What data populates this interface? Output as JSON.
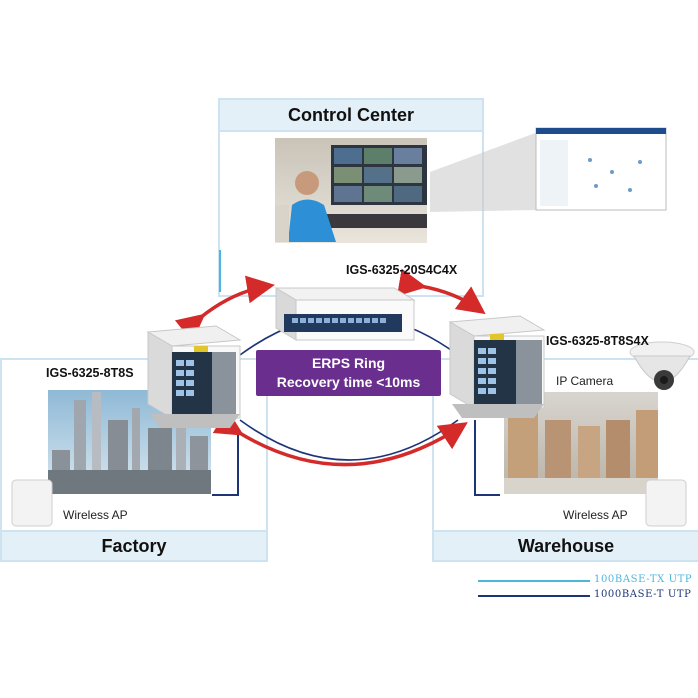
{
  "zones": {
    "control_center": "Control Center",
    "factory": "Factory",
    "warehouse": "Warehouse"
  },
  "switches": {
    "center": "IGS-6325-20S4C4X",
    "left": "IGS-6325-8T8S",
    "right": "IGS-6325-8T8S4X"
  },
  "ring": {
    "line1": "ERPS Ring",
    "line2": "Recovery time <10ms",
    "color": "#6a2f8e"
  },
  "devices": {
    "ip_camera": "IP Camera",
    "wireless_ap_left": "Wireless AP",
    "wireless_ap_right": "Wireless AP"
  },
  "legend": {
    "fast": "100BASE-TX UTP",
    "fast_color": "#4db6dc",
    "gig": "1000BASE-T UTP",
    "gig_color": "#1d3478"
  },
  "colors": {
    "arrow": "#d42a2a",
    "zone_border": "#cde3f1",
    "zone_header": "#e4f0f8"
  }
}
